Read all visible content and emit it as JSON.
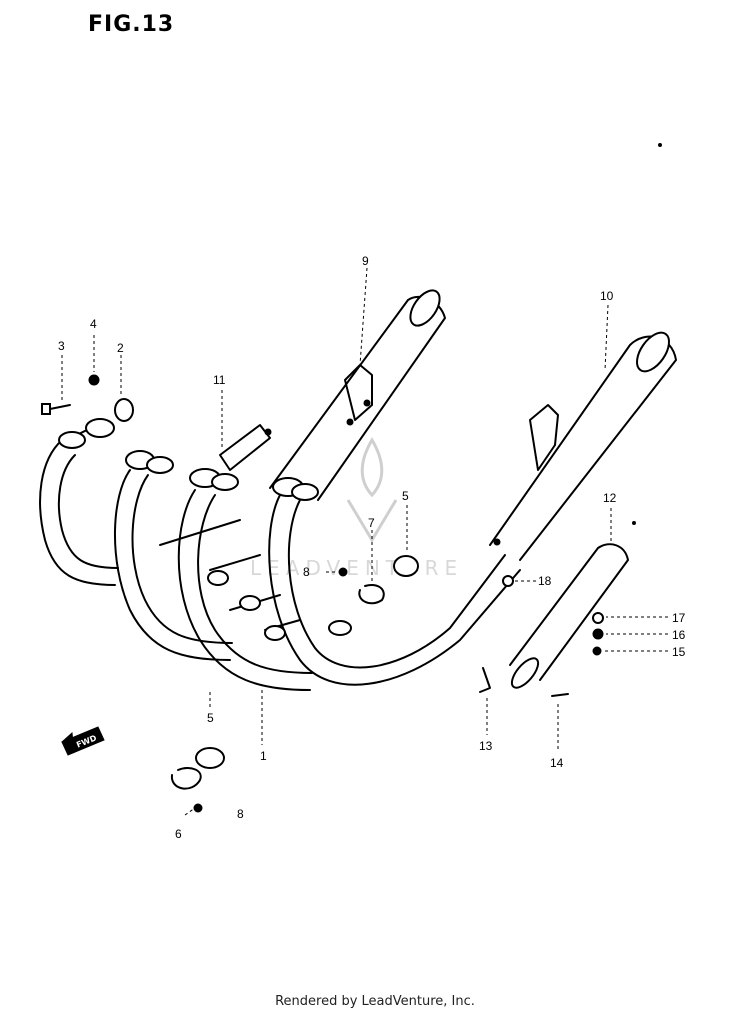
{
  "figure": {
    "title": "FIG.13"
  },
  "callouts": [
    {
      "id": "c1",
      "label": "1"
    },
    {
      "id": "c2",
      "label": "2"
    },
    {
      "id": "c3",
      "label": "3"
    },
    {
      "id": "c4",
      "label": "4"
    },
    {
      "id": "c5a",
      "label": "5"
    },
    {
      "id": "c5b",
      "label": "5"
    },
    {
      "id": "c6",
      "label": "6"
    },
    {
      "id": "c7",
      "label": "7"
    },
    {
      "id": "c8",
      "label": "8"
    },
    {
      "id": "c8b",
      "label": "8"
    },
    {
      "id": "c9",
      "label": "9"
    },
    {
      "id": "c10",
      "label": "10"
    },
    {
      "id": "c11",
      "label": "11"
    },
    {
      "id": "c12",
      "label": "12"
    },
    {
      "id": "c13",
      "label": "13"
    },
    {
      "id": "c14",
      "label": "14"
    },
    {
      "id": "c15",
      "label": "15"
    },
    {
      "id": "c16",
      "label": "16"
    },
    {
      "id": "c17",
      "label": "17"
    },
    {
      "id": "c18",
      "label": "18"
    }
  ],
  "fwd_label": "FWD",
  "watermark": {
    "text": "LEADVENTURE"
  },
  "footer": {
    "text": "Rendered by LeadVenture, Inc."
  }
}
